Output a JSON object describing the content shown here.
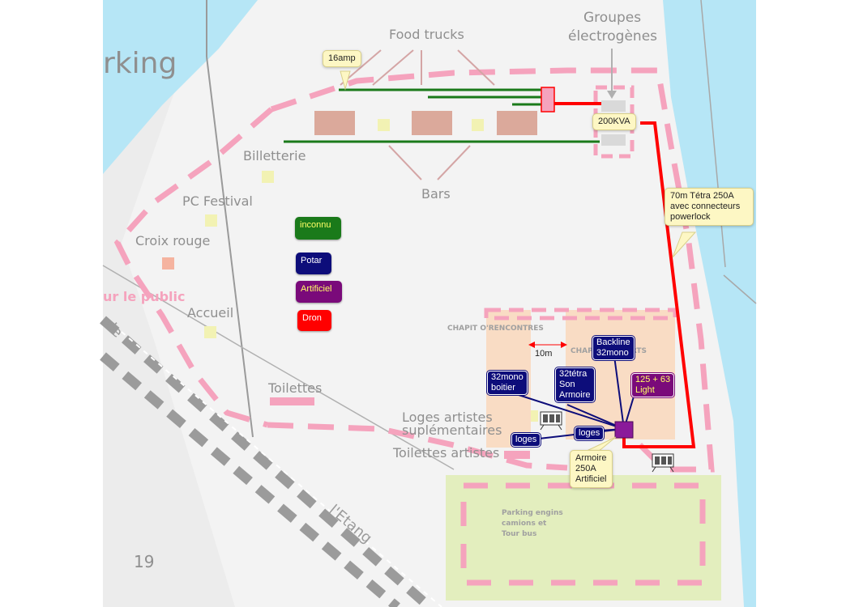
{
  "map_labels": {
    "parking_partial": "rking",
    "food_trucks": "Food trucks",
    "groupes_line1": "Groupes",
    "groupes_line2": "électrogènes",
    "billetterie": "Billetterie",
    "bars": "Bars",
    "pc_festival": "PC Festival",
    "croix_rouge": "Croix rouge",
    "pour_le_public": "ur le public",
    "accueil": "Accueil",
    "toilettes": "Toilettes",
    "chapit_rencontres": "CHAPIT O'RENCONTRES",
    "chapit_concerts": "CHAPIT CONCERTS",
    "loges_line1": "Loges artistes",
    "loges_line2": "suplémentaires",
    "toilettes_artistes": "Toilettes artistes",
    "parking_engins_line1": "Parking engins",
    "parking_engins_line2": "camions et",
    "parking_engins_line3": "Tour bus",
    "road_etang": "l'Etang",
    "road_de": "de",
    "page_number": "19"
  },
  "legend": {
    "inconnu": "inconnu",
    "potar": "Potar",
    "artificiel": "Artificiel",
    "dron": "Dron"
  },
  "legend_colors": {
    "inconnu": "#1a7a1a",
    "potar": "#0d0d7a",
    "artificiel": "#7a0a7a",
    "dron": "#ff0000"
  },
  "callouts": {
    "amp16": "16amp",
    "kva200": "200KVA",
    "tetra_line1": "70m Tétra 250A",
    "tetra_line2": "avec connecteurs",
    "tetra_line3": "powerlock",
    "armoire_line1": "Armoire",
    "armoire_line2": "250A",
    "armoire_line3": "Artificiel"
  },
  "tags": {
    "distance": "10m",
    "backline_line1": "Backline",
    "backline_line2": "32mono",
    "mono_boitier_line1": "32mono",
    "mono_boitier_line2": "boitier",
    "tetra_son_line1": "32tétra",
    "tetra_son_line2": "Son",
    "tetra_son_line3": "Armoire",
    "light_line1": "125 + 63",
    "light_line2": "Light",
    "loges_left": "loges",
    "loges_right": "loges"
  },
  "colors": {
    "water": "#b6e6f6",
    "zone_pink": "#f5a3bd",
    "stand_salmon": "#dba99b",
    "stand_yellow": "#f2f2b3",
    "chapiteau": "#f9dcc4",
    "parking_green": "#e3eebe",
    "cable_green": "#1a7a1a",
    "cable_red": "#ff0000",
    "cable_navy": "#0d0d7a",
    "road_grey": "#9b9b9b"
  },
  "icons": [
    "spotlight-icon",
    "spotlight-icon"
  ]
}
